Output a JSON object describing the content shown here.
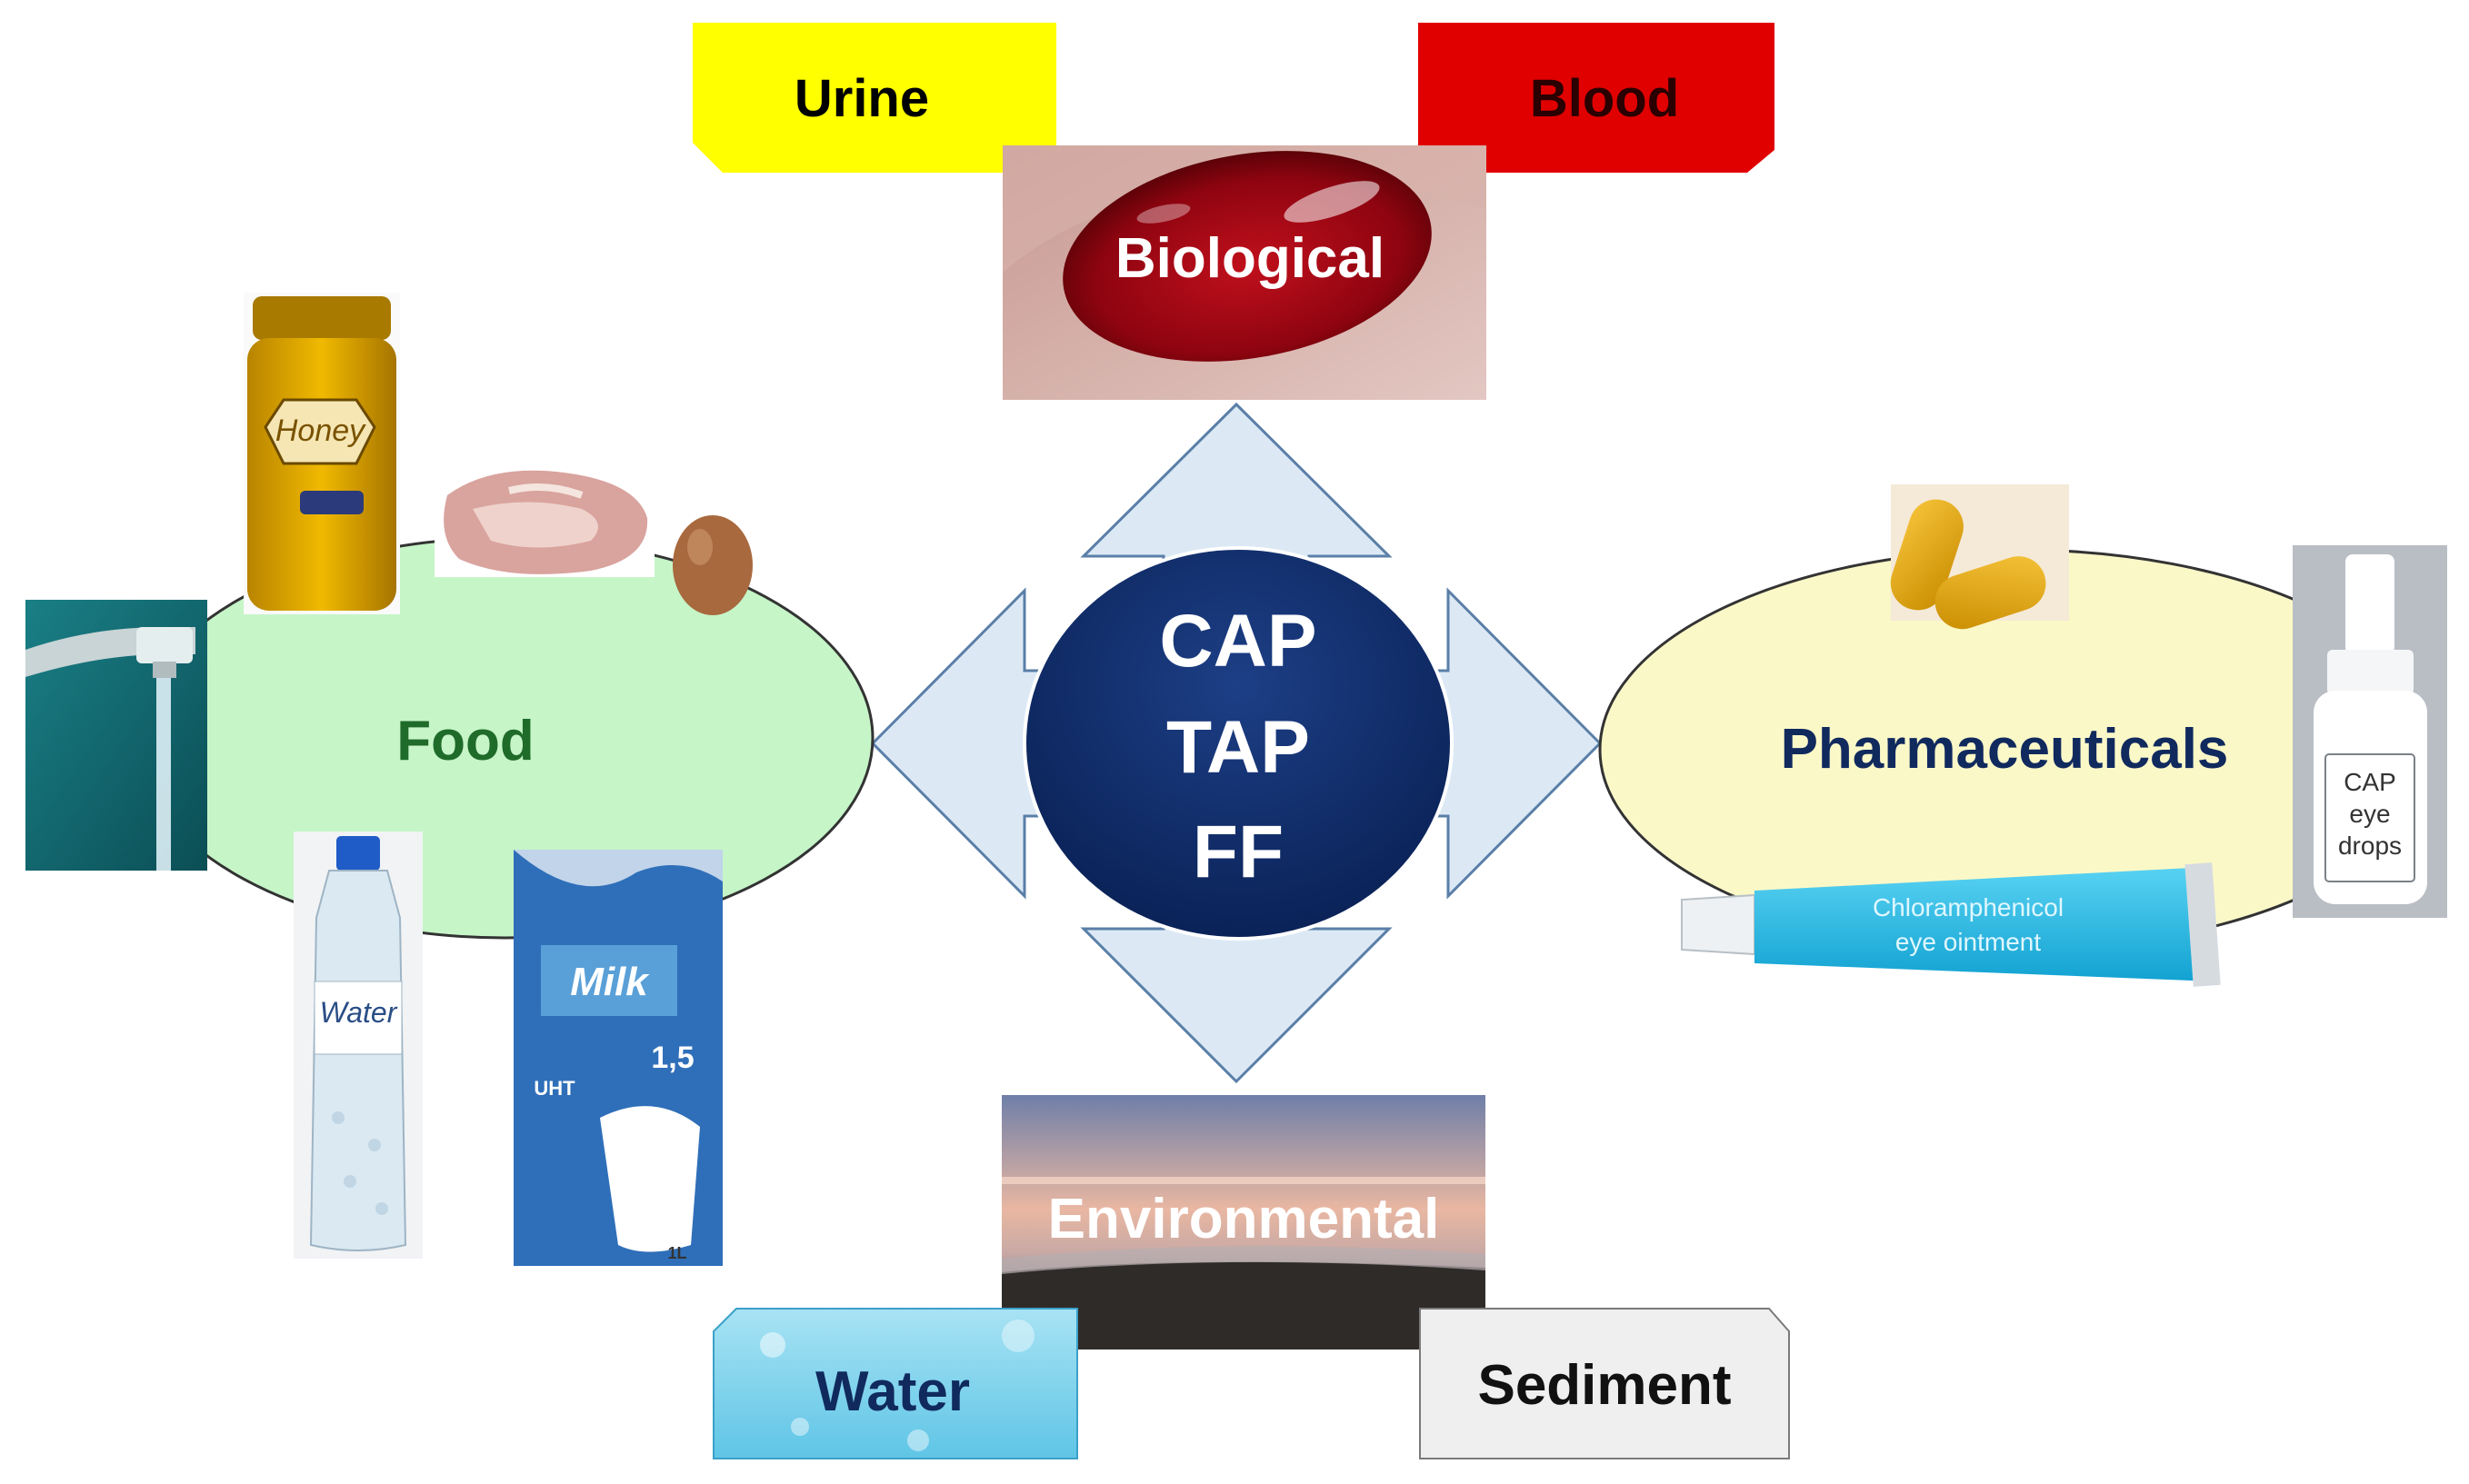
{
  "center": {
    "lines": [
      "CAP",
      "TAP",
      "FF"
    ]
  },
  "categories": {
    "food": "Food",
    "pharmaceuticals": "Pharmaceuticals",
    "biological": "Biological",
    "environmental": "Environmental"
  },
  "tags": {
    "urine": "Urine",
    "blood": "Blood",
    "water": "Water",
    "sediment": "Sediment"
  },
  "product_labels": {
    "honey": "Honey",
    "water_bottle": "Water",
    "milk": "Milk",
    "milk_fat": "1,5",
    "milk_uht": "UHT",
    "milk_volume": "1L",
    "eye_drops": [
      "CAP",
      "eye",
      "drops"
    ],
    "ointment": [
      "Chloramphenicol",
      "eye ointment"
    ]
  },
  "colors": {
    "center_circle": "#0d2a66",
    "arrow_fill": "#dce9f5",
    "arrow_stroke": "#5a7fa8",
    "food_ellipse": "#c6f5c8",
    "food_text": "#1f6b2a",
    "pharma_ellipse": "#fbf8c8",
    "pharma_text": "#102a5e",
    "urine_tag": "#ffff00",
    "blood_tag": "#e00000"
  }
}
